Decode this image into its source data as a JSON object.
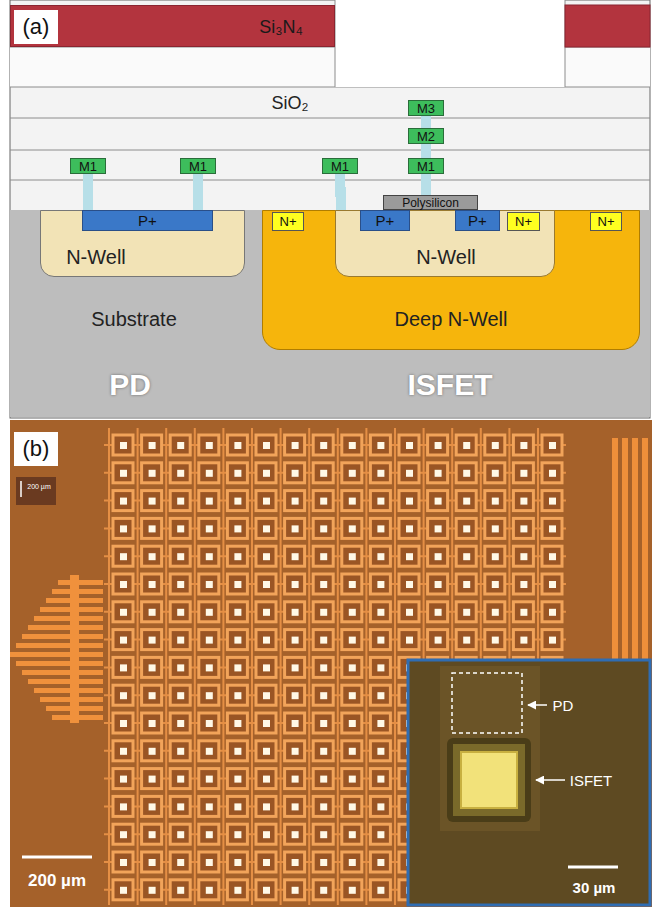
{
  "diagram": {
    "nodes": [
      {
        "text": [
          "(a)"
        ]
      },
      {
        "text": [
          "Si₃N₄"
        ]
      },
      {
        "text": [
          "M1"
        ]
      },
      {
        "text": [
          "M1"
        ]
      },
      {
        "text": [
          "M1"
        ]
      },
      {
        "text": [
          "M3"
        ]
      },
      {
        "text": [
          "M2"
        ]
      },
      {
        "text": [
          "M1"
        ]
      },
      {
        "text": [
          "Polysilicon"
        ]
      },
      {
        "text": [
          "Substrate"
        ]
      },
      {
        "text": [
          "N-Well"
        ],
        "in": 9
      },
      {
        "text": [
          "P+"
        ],
        "in": 10
      },
      {
        "text": [
          "Deep N-Well"
        ],
        "in": 9
      },
      {
        "text": [
          "N+"
        ],
        "in": 12
      },
      {
        "text": [
          "N-Well"
        ],
        "in": 12
      },
      {
        "text": [
          "P+"
        ],
        "in": 14
      },
      {
        "text": [
          "P+"
        ],
        "in": 14
      },
      {
        "text": [
          "N+"
        ],
        "in": 14
      },
      {
        "text": [
          "N+"
        ],
        "in": 12
      },
      {
        "text": [
          "(b)"
        ]
      }
    ],
    "edges": [
      {
        "from": 2,
        "to": 11,
        "arrow": "none"
      },
      {
        "from": 3,
        "to": 11,
        "arrow": "none"
      },
      {
        "from": 4,
        "to": 14,
        "arrow": "none"
      },
      {
        "from": 5,
        "to": 6,
        "arrow": "none"
      },
      {
        "from": 6,
        "to": 7,
        "arrow": "none"
      },
      {
        "from": 7,
        "to": 8,
        "arrow": "none"
      }
    ],
    "labels": [
      "SiO₂",
      "PD",
      "ISFET",
      "200 µm",
      "200 µm",
      "PD",
      "ISFET",
      "30 µm"
    ]
  }
}
